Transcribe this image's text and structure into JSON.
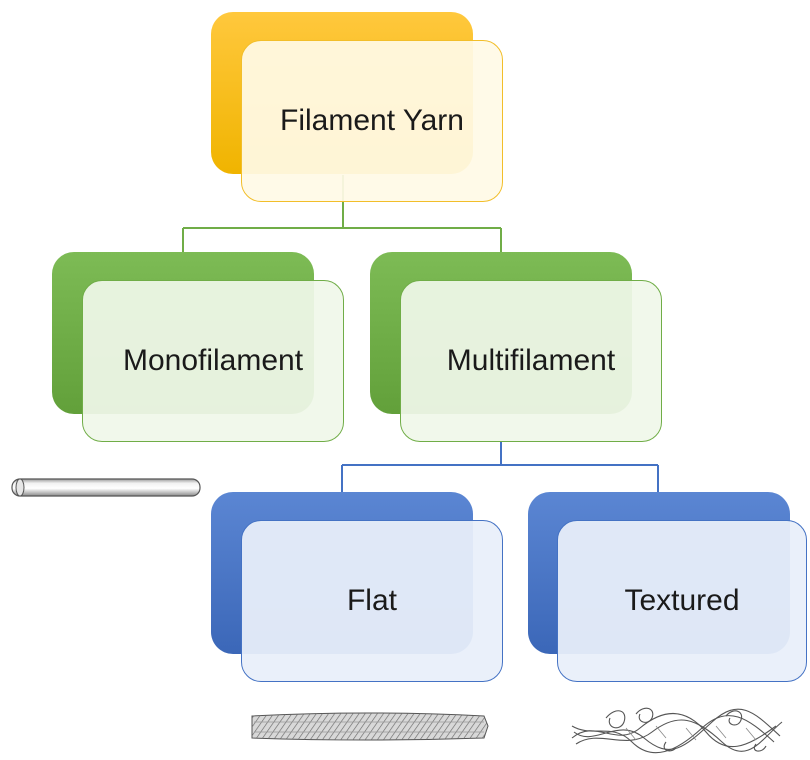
{
  "diagram": {
    "root": {
      "label": "Filament Yarn",
      "color": "#FFC000"
    },
    "level2": [
      {
        "label": "Monofilament",
        "color": "#70AD47"
      },
      {
        "label": "Multifilament",
        "color": "#70AD47"
      }
    ],
    "level3": [
      {
        "label": "Flat",
        "color": "#4472C4"
      },
      {
        "label": "Textured",
        "color": "#4472C4"
      }
    ],
    "illustrations": [
      "monofilament-rod-image",
      "flat-yarn-image",
      "textured-yarn-image"
    ]
  }
}
